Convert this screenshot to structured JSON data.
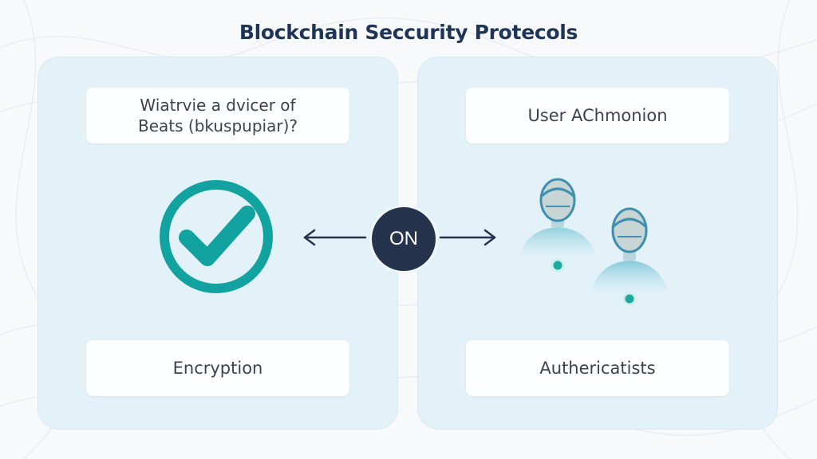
{
  "title": "Blockchain Seccurity Protecols",
  "left_panel": {
    "question": "Wiatrvie a dvicer of\nBeats (bkuspupiar)?",
    "bottom_label": "Encryption",
    "icon": "check-circle-icon"
  },
  "center": {
    "badge": "ON",
    "left_arrow_icon": "arrow-left-icon",
    "right_arrow_icon": "arrow-right-icon"
  },
  "right_panel": {
    "top_label": "User AChmonion",
    "bottom_label": "Authericatists",
    "icon": "users-icon"
  },
  "colors": {
    "title": "#1e3558",
    "panel_bg": "#e3f1f9",
    "check_teal": "#12a3a0",
    "badge_bg": "#25334d",
    "person_fill": "#7fc6d6",
    "person_outline": "#3f8fb0"
  }
}
